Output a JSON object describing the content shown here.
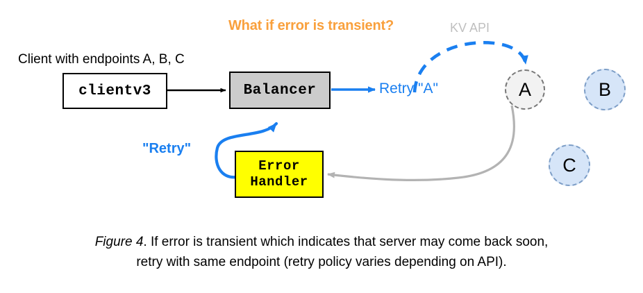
{
  "figure": {
    "question_callout": "What if error is transient?",
    "kv_api_label": "KV API",
    "client_label": "Client with endpoints A, B, C",
    "retry_endpoint_label": "Retry \"A\"",
    "retry_quote_label": "\"Retry\"",
    "nodes": {
      "client": "clientv3",
      "balancer": "Balancer",
      "error_handler_line1": "Error",
      "error_handler_line2": "Handler"
    },
    "endpoints": [
      {
        "id": "a",
        "label": "A",
        "state": "down-retrying"
      },
      {
        "id": "b",
        "label": "B",
        "state": "available"
      },
      {
        "id": "c",
        "label": "C",
        "state": "available"
      }
    ],
    "caption": {
      "figure_number": "Figure 4",
      "line1": ". If error is transient which indicates that server may come back soon,",
      "line2": "retry with same endpoint (retry policy varies depending on API)."
    },
    "colors": {
      "accent_blue": "#1a7ff0",
      "callout_orange": "#f9a03c",
      "kv_api_gray": "#bfbfbf",
      "error_handler_yellow": "#ffff00",
      "balancer_gray": "#cccccc",
      "endpoint_blue_fill": "#d6e5f8",
      "endpoint_gray_fill": "#f2f2f2",
      "gray_edge": "#b3b3b3"
    }
  }
}
